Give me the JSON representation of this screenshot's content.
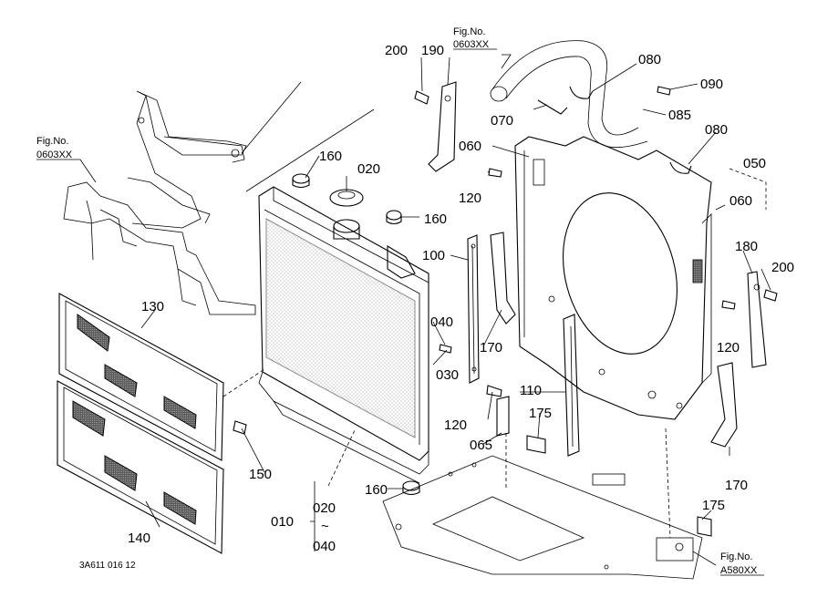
{
  "figure_refs": [
    {
      "top": "Fig.No.",
      "code": "0603XX"
    },
    {
      "top": "Fig.No.",
      "code": "0603XX"
    },
    {
      "top": "Fig.No.",
      "code": "A580XX"
    }
  ],
  "labels": {
    "p200a": "200",
    "p190": "190",
    "p080a": "080",
    "p090": "090",
    "p070": "070",
    "p085": "085",
    "p080b": "080",
    "p060a": "060",
    "p050": "050",
    "p120a": "120",
    "p060b": "060",
    "p160a": "160",
    "p020": "020",
    "p160b": "160",
    "p100": "100",
    "p180": "180",
    "p200b": "200",
    "p130": "130",
    "p040": "040",
    "p170a": "170",
    "p120b": "120",
    "p030": "030",
    "p110": "110",
    "p120c": "120",
    "p065": "065",
    "p175a": "175",
    "p170b": "170",
    "p150": "150",
    "p160c": "160",
    "p010": "010",
    "p020r": "020",
    "p_range": "~",
    "p040r": "040",
    "p140": "140",
    "p175b": "175"
  },
  "drawing_code": "3A611 016 12"
}
